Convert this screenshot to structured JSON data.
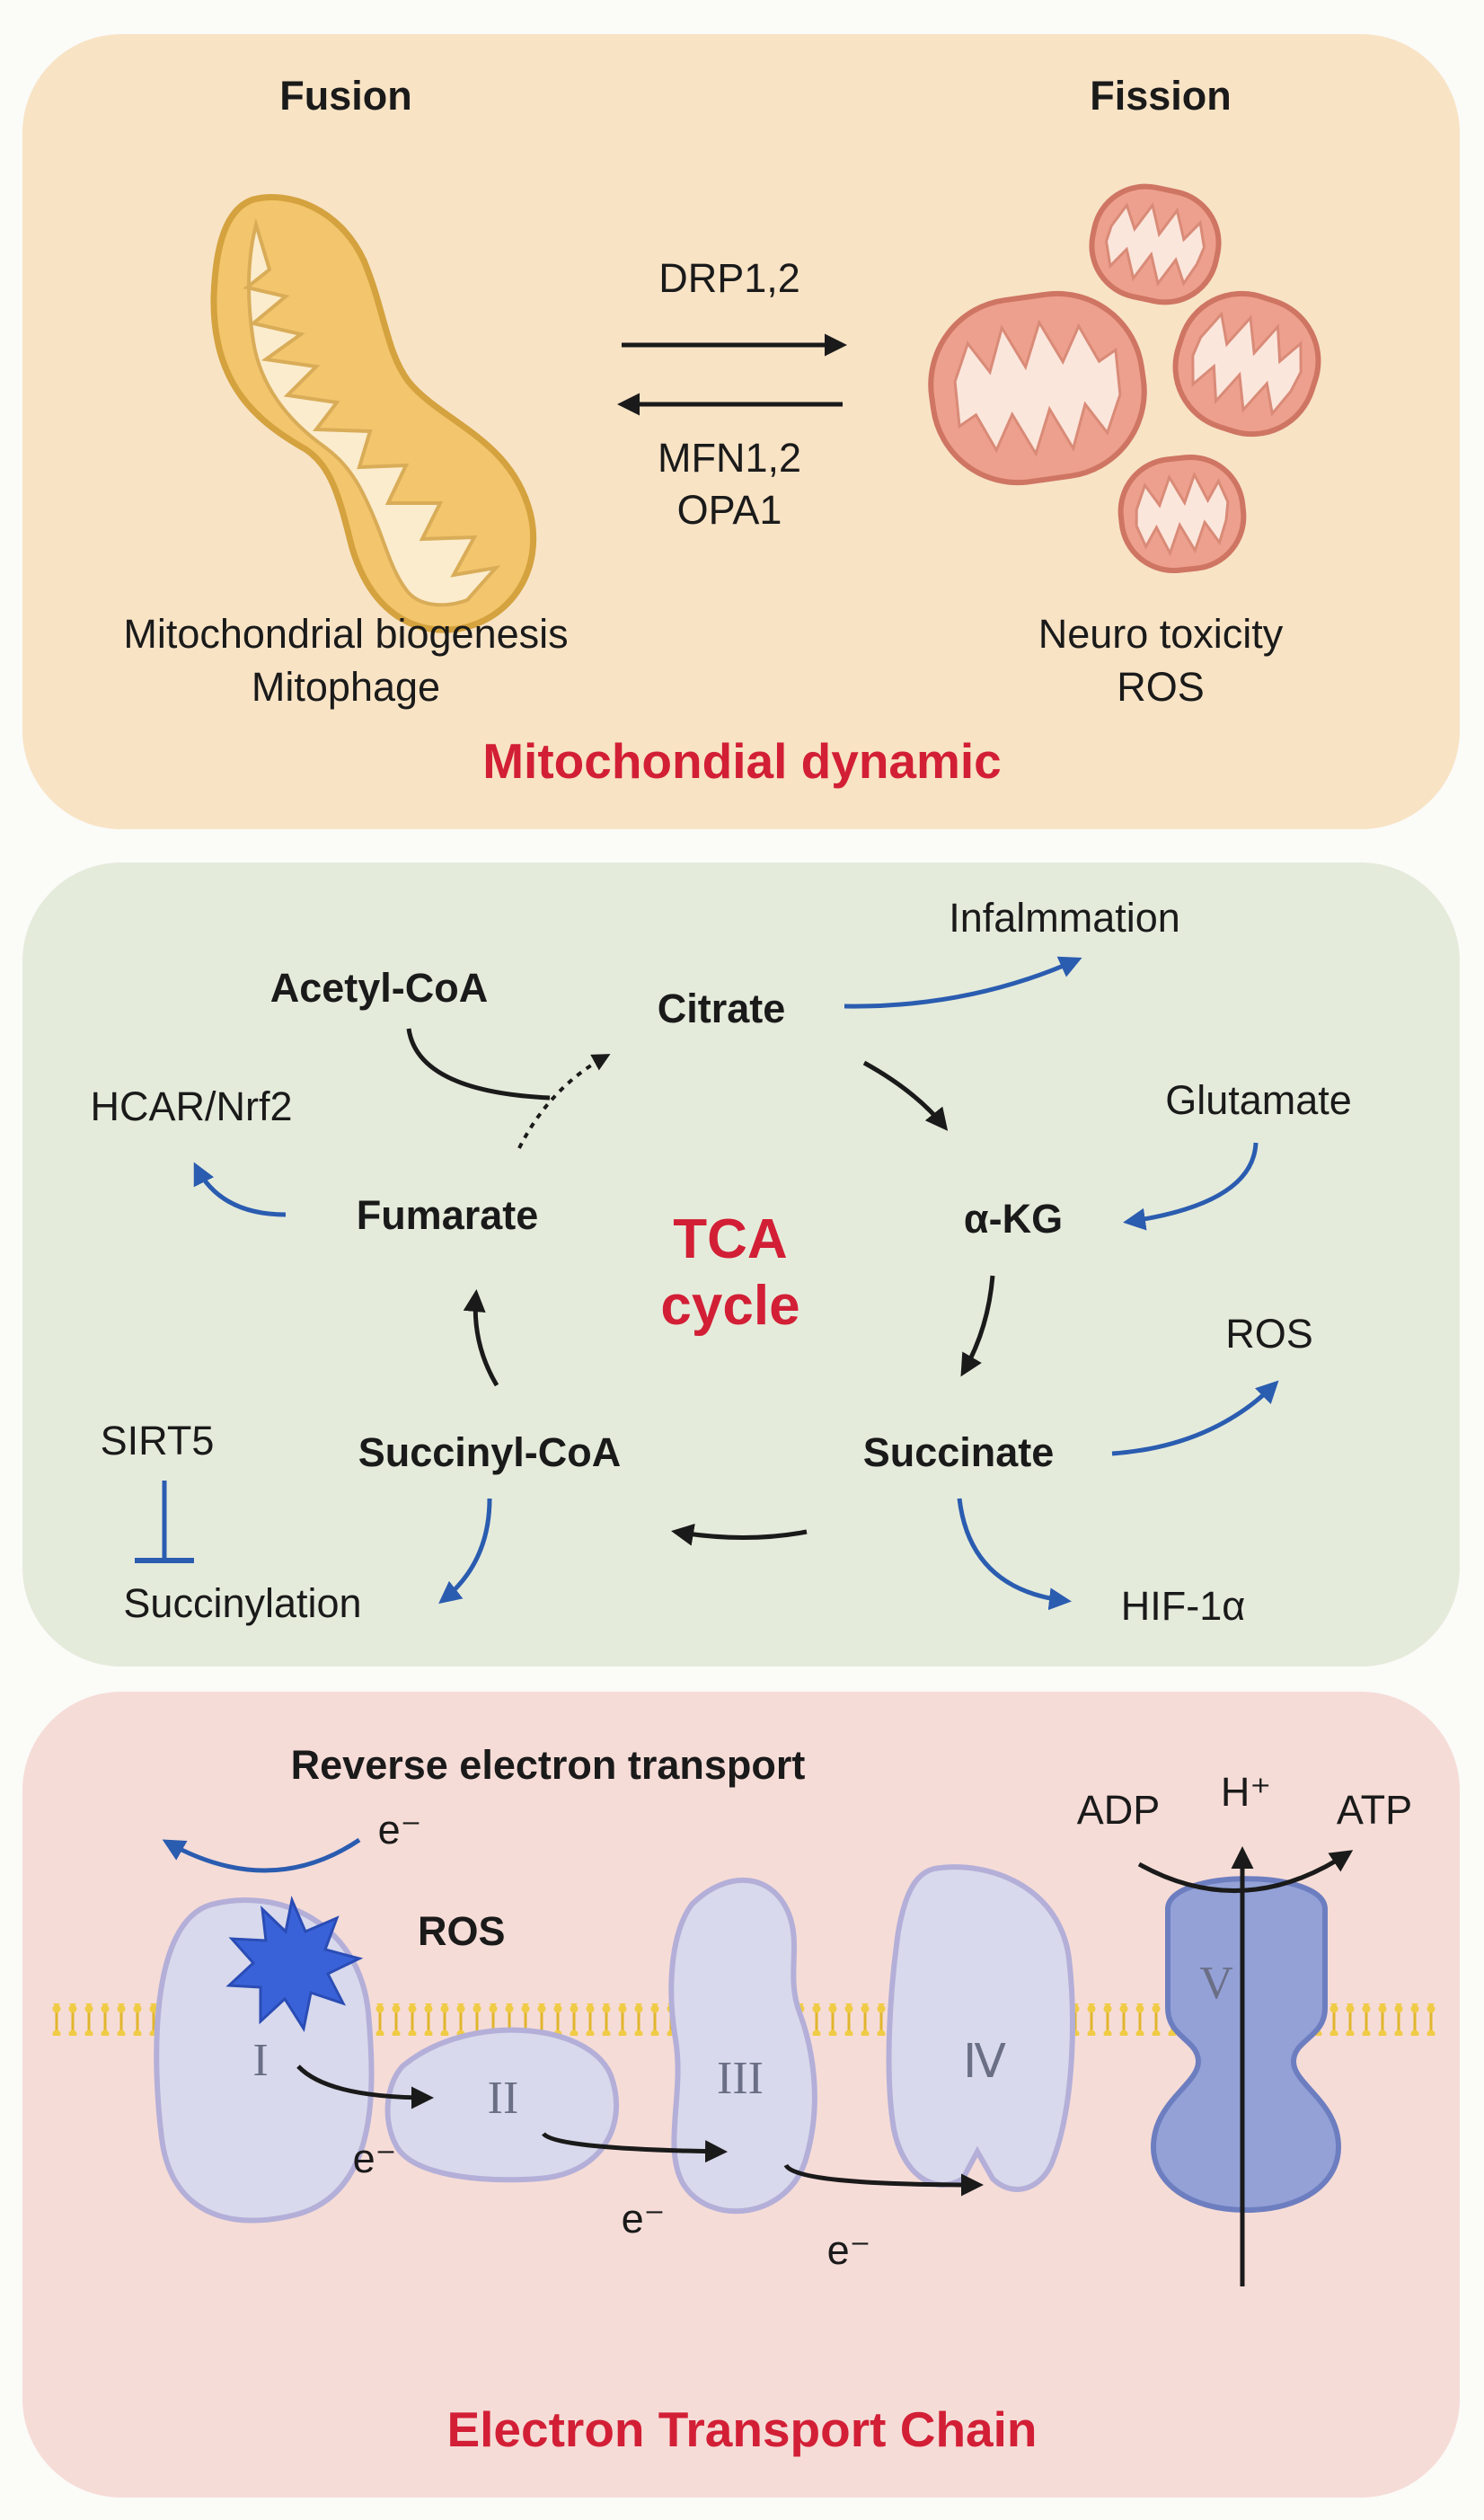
{
  "panel1": {
    "fusion_label": "Fusion",
    "fission_label": "Fission",
    "arrow_right_label": "DRP1,2",
    "arrow_left_label_line1": "MFN1,2",
    "arrow_left_label_line2": "OPA1",
    "fusion_effect_line1": "Mitochondrial biogenesis",
    "fusion_effect_line2": "Mitophage",
    "fission_effect_line1": "Neuro toxicity",
    "fission_effect_line2": "ROS",
    "title": "Mitochondial dynamic"
  },
  "panel2": {
    "title_line1": "TCA",
    "title_line2": "cycle",
    "acetyl_coa": "Acetyl-CoA",
    "citrate": "Citrate",
    "akg": "α-KG",
    "succinate": "Succinate",
    "succinyl_coa": "Succinyl-CoA",
    "fumarate": "Fumarate",
    "inflammation": "Infalmmation",
    "glutamate": "Glutamate",
    "ros": "ROS",
    "hif": "HIF-1α",
    "succinylation": "Succinylation",
    "sirt5": "SIRT5",
    "hcar": "HCAR/Nrf2"
  },
  "panel3": {
    "ret_label": "Reverse electron transport",
    "e_top": "e⁻",
    "ros": "ROS",
    "complex_1": "I",
    "complex_2": "II",
    "complex_3": "III",
    "complex_4": "Ⅳ",
    "complex_5": "V",
    "e1": "e⁻",
    "e2": "e⁻",
    "e3": "e⁻",
    "adp": "ADP",
    "atp": "ATP",
    "h_plus": "H⁺",
    "title": "Electron Transport Chain"
  },
  "colors": {
    "panel1_bg": "#f8e3c5",
    "panel2_bg": "#e5ebdb",
    "panel3_bg": "#f6dcd7",
    "title_red": "#d21f36",
    "blue_arrow": "#2a5cb0",
    "black_arrow": "#1a1a1a"
  }
}
